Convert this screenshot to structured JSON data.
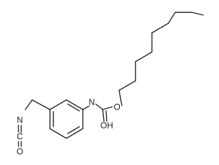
{
  "molecule": {
    "atoms": {
      "nh": "N",
      "hydroxyl": "OH",
      "ester_o": "O",
      "isocyanate_n": "N",
      "isocyanate_c": "C",
      "isocyanate_o": "O"
    }
  },
  "colors": {
    "bond": "#222222",
    "label": "#222222",
    "background": "#ffffff"
  }
}
